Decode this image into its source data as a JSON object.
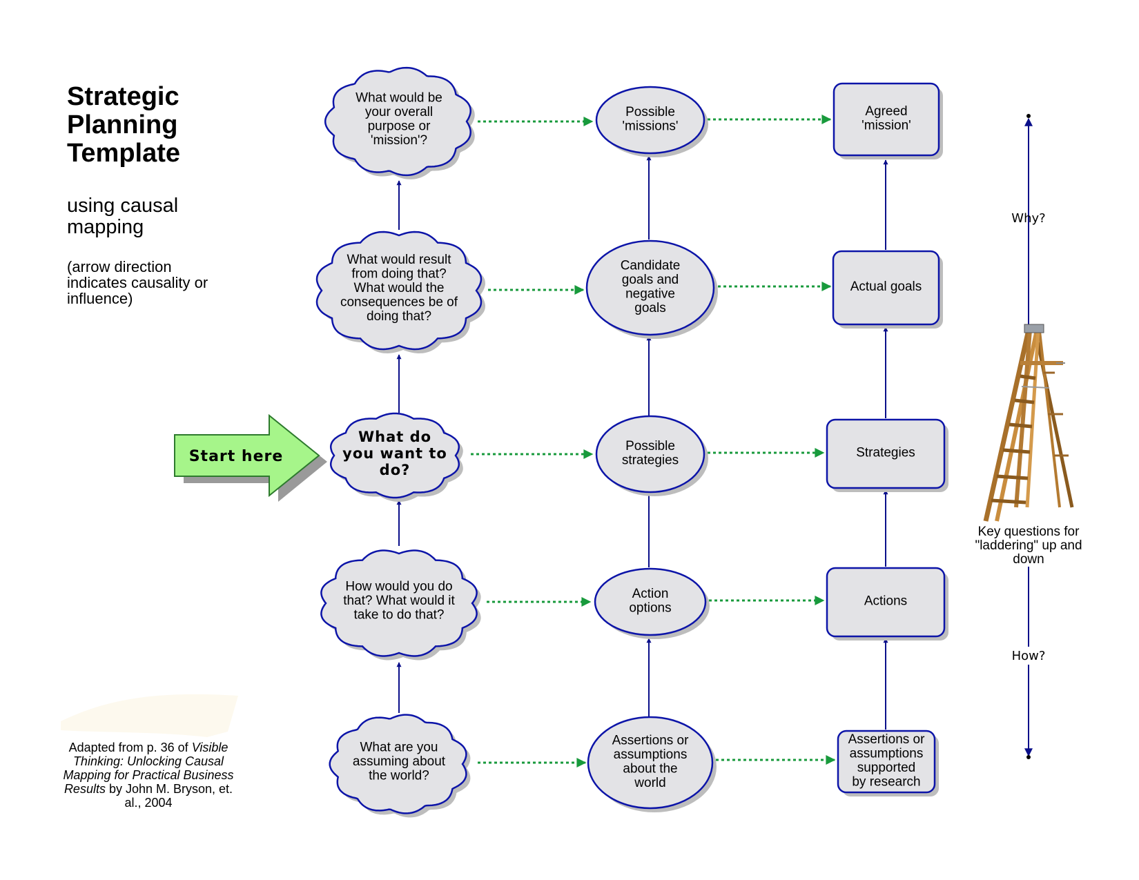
{
  "title": "Strategic Planning Template",
  "subtitle": "using causal mapping",
  "note": "(arrow direction indicates causality or influence)",
  "start_label": "Start here",
  "credit": {
    "prefix": "Adapted from p. 36 of",
    "book_title": "Visible Thinking: Unlocking Causal Mapping for Practical Business Results",
    "suffix": "by John M. Bryson, et. al., 2004"
  },
  "ladder": {
    "why_label": "Why?",
    "how_label": "How?",
    "caption": "Key questions for \"laddering\" up and down"
  },
  "questions": [
    {
      "id": "q1",
      "lines": [
        "What would be",
        "your overall",
        "purpose or",
        "'mission'?"
      ]
    },
    {
      "id": "q2",
      "lines": [
        "What would result",
        "from doing that?",
        "What would the",
        "consequences be of",
        "doing that?"
      ]
    },
    {
      "id": "q3",
      "lines": [
        "What do",
        "you want to",
        "do?"
      ]
    },
    {
      "id": "q4",
      "lines": [
        "How would you do",
        "that? What would it",
        "take to do that?"
      ]
    },
    {
      "id": "q5",
      "lines": [
        "What are you",
        "assuming about",
        "the world?"
      ]
    }
  ],
  "possibilities": [
    {
      "id": "p1",
      "lines": [
        "Possible",
        "'missions'"
      ]
    },
    {
      "id": "p2",
      "lines": [
        "Candidate",
        "goals and",
        "negative",
        "goals"
      ]
    },
    {
      "id": "p3",
      "lines": [
        "Possible",
        "strategies"
      ]
    },
    {
      "id": "p4",
      "lines": [
        "Action",
        "options"
      ]
    },
    {
      "id": "p5",
      "lines": [
        "Assertions or",
        "assumptions",
        "about the",
        "world"
      ]
    }
  ],
  "decisions": [
    {
      "id": "d1",
      "lines": [
        "Agreed",
        "'mission'"
      ]
    },
    {
      "id": "d2",
      "lines": [
        "Actual goals"
      ]
    },
    {
      "id": "d3",
      "lines": [
        "Strategies"
      ]
    },
    {
      "id": "d4",
      "lines": [
        "Actions"
      ]
    },
    {
      "id": "d5",
      "lines": [
        "Assertions or",
        "assumptions",
        "supported",
        "by research"
      ]
    }
  ],
  "colors": {
    "node_fill": "#e3e3e6",
    "node_stroke": "#0c14a8",
    "solid_arrow": "#0a0f8a",
    "dotted_arrow": "#189a3c",
    "start_arrow_fill": "#a6f58a",
    "start_arrow_stroke": "#2d7a2d"
  }
}
